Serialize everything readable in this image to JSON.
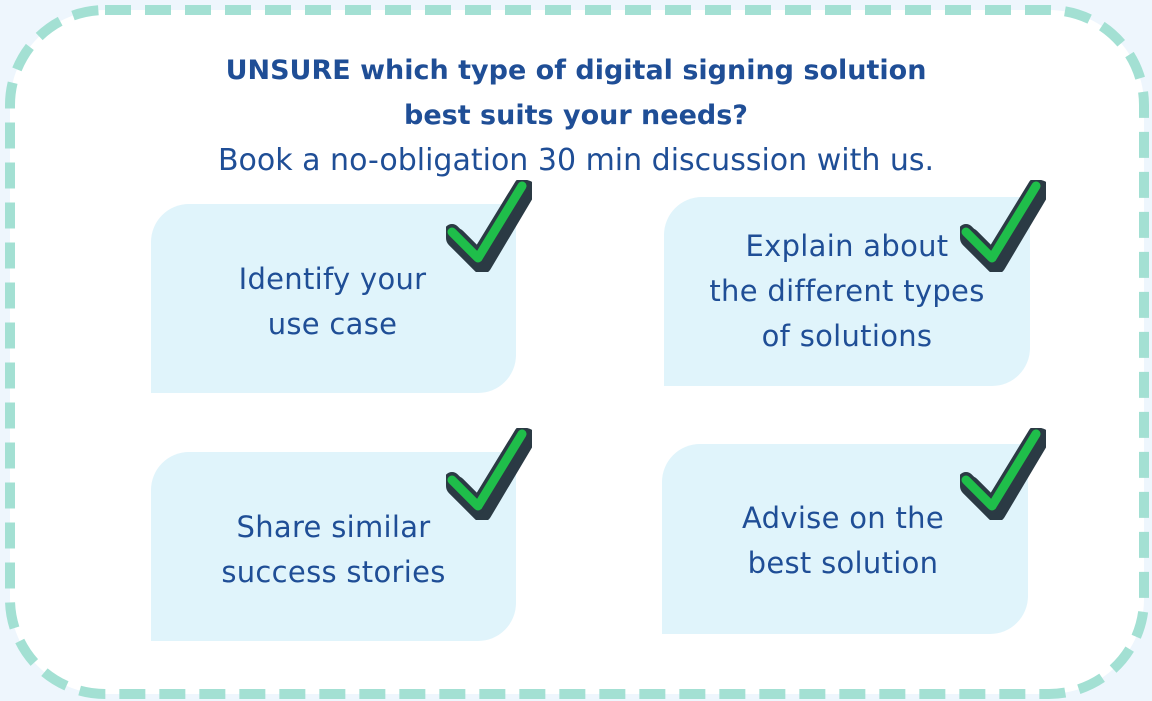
{
  "header": {
    "line1": "UNSURE which type of digital signing solution",
    "line2": "best suits your needs?",
    "subtitle": "Book a no-obligation 30 min discussion with us."
  },
  "cards": [
    {
      "lines": [
        "Identify your",
        "use case"
      ],
      "icon": "checkmark-icon"
    },
    {
      "lines": [
        "Explain about",
        "the different types",
        "of solutions"
      ],
      "icon": "checkmark-icon"
    },
    {
      "lines": [
        "Share similar",
        "success stories"
      ],
      "icon": "checkmark-icon"
    },
    {
      "lines": [
        "Advise on the",
        "best solution"
      ],
      "icon": "checkmark-icon"
    }
  ],
  "colors": {
    "background": "#eef6fd",
    "panel": "#ffffff",
    "dashed_border": "#a3e0d3",
    "card": "#e0f4fb",
    "text": "#1f4e96",
    "check_fill": "#1fbe4a",
    "check_outline": "#2b3a44"
  }
}
